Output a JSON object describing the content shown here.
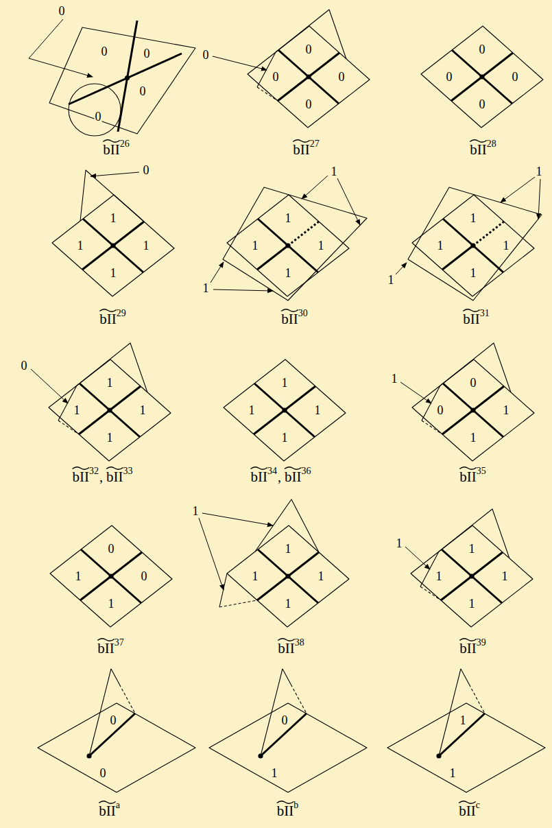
{
  "diagram": {
    "labels": [
      "0",
      "0",
      "0",
      "0",
      "0",
      "bII",
      "26",
      "0",
      "0",
      "0",
      "0",
      "0",
      "bII",
      "27",
      "0",
      "0",
      "0",
      "0",
      "bII",
      "28",
      "0",
      "1",
      "1",
      "1",
      "1",
      "bII",
      "29",
      "1",
      "1",
      "1",
      "1",
      "1",
      "1",
      "bII",
      "30",
      "1",
      "1",
      "1",
      "1",
      "1",
      "1",
      "bII",
      "31",
      "0",
      "1",
      "1",
      "1",
      "1",
      "bII",
      "32",
      ",",
      "bII",
      "33",
      "1",
      "1",
      "1",
      "1",
      "bII",
      "34",
      ",",
      "bII",
      "36",
      "1",
      "0",
      "0",
      "1",
      "1",
      "bII",
      "35",
      "0",
      "1",
      "0",
      "1",
      "bII",
      "37",
      "1",
      "1",
      "1",
      "1",
      "1",
      "bII",
      "38",
      "1",
      "1",
      "1",
      "1",
      "1",
      "bII",
      "39",
      "0",
      "0",
      "bII",
      "a",
      "0",
      "1",
      "bII",
      "b",
      "1",
      "1",
      "bII",
      "c"
    ]
  }
}
